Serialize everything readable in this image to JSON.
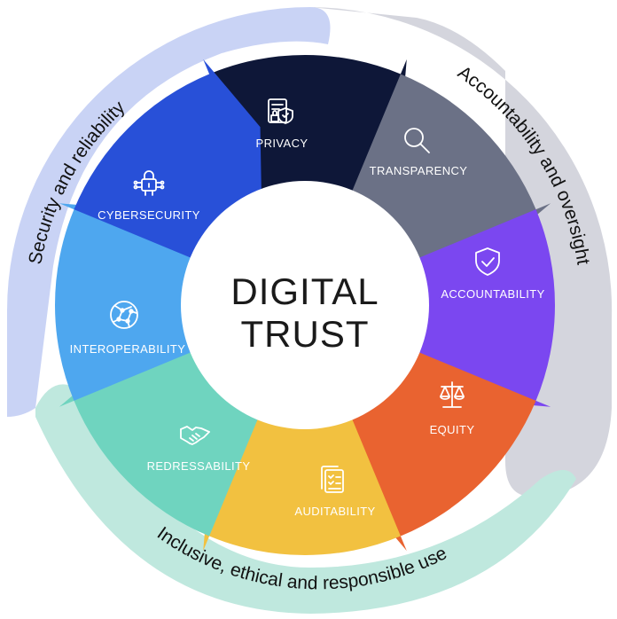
{
  "center": {
    "line1": "DIGITAL",
    "line2": "TRUST"
  },
  "ring": {
    "security": "Security and reliability",
    "accountability": "Accountability and oversight",
    "inclusive": "Inclusive, ethical and responsible use"
  },
  "segments": [
    {
      "label": "PRIVACY",
      "color": "#0e1738",
      "icon": "document-shield-icon"
    },
    {
      "label": "TRANSPARENCY",
      "color": "#6b7186",
      "icon": "magnifier-icon"
    },
    {
      "label": "ACCOUNTABILITY",
      "color": "#7b47f0",
      "icon": "shield-check-icon"
    },
    {
      "label": "EQUITY",
      "color": "#e96330",
      "icon": "scales-icon"
    },
    {
      "label": "AUDITABILITY",
      "color": "#f2c140",
      "icon": "documents-checklist-icon"
    },
    {
      "label": "REDRESSABILITY",
      "color": "#6fd4bf",
      "icon": "handshake-icon"
    },
    {
      "label": "INTEROPERABILITY",
      "color": "#4ea7ef",
      "icon": "network-globe-icon"
    },
    {
      "label": "CYBERSECURITY",
      "color": "#2850d8",
      "icon": "circuit-lock-icon"
    }
  ],
  "colors": {
    "band_security": "#c9d3f5",
    "band_accountability": "#d4d5dd",
    "band_inclusive": "#bfe8de"
  }
}
